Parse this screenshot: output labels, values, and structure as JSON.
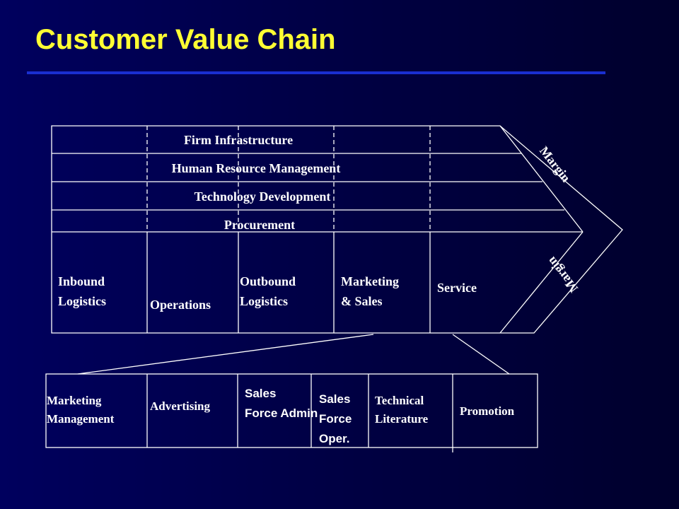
{
  "slide": {
    "title": "Customer Value Chain"
  },
  "support_activities": {
    "firm_infrastructure": "Firm Infrastructure",
    "human_resource_management": "Human Resource Management",
    "technology_development": "Technology Development",
    "procurement": "Procurement"
  },
  "primary_activities": {
    "inbound_logistics": [
      "Inbound",
      "Logistics"
    ],
    "operations": "Operations",
    "outbound_logistics": [
      "Outbound",
      "Logistics"
    ],
    "marketing_sales": [
      "Marketing",
      "& Sales"
    ],
    "service": "Service"
  },
  "margin": {
    "top": "Margin",
    "bottom": "Margin"
  },
  "marketing_breakdown": {
    "marketing_management": [
      "Marketing",
      "Management"
    ],
    "advertising": "Advertising",
    "sales_force_admin": [
      "Sales",
      "Force Admin"
    ],
    "sales_force_oper": [
      "Sales",
      "Force",
      "Oper."
    ],
    "technical_literature": [
      "Technical",
      "Literature"
    ],
    "promotion": "Promotion"
  },
  "colors": {
    "title": "#ffff33",
    "rule": "#1a2fd0",
    "text": "#ffffff",
    "lines": "#ffffff"
  }
}
